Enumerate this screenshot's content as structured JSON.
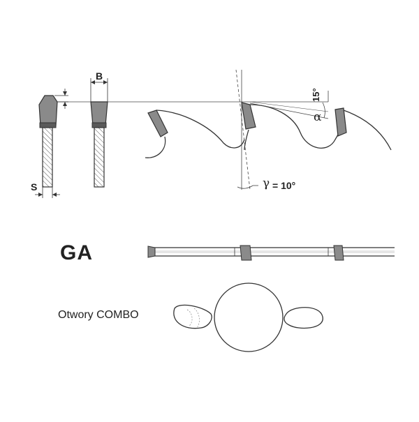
{
  "labels": {
    "width_b": "B",
    "thickness_s": "S",
    "angle_15": "15°",
    "alpha_symbol": "α",
    "gamma_symbol": "γ",
    "gamma_value": "= 10°",
    "tooth_type": "GA",
    "holes_caption": "Otwory COMBO"
  },
  "colors": {
    "line": "#333333",
    "tooth_fill": "#8a8a8a",
    "tooth_band": "#5a5a5a",
    "hatch": "#555555"
  }
}
